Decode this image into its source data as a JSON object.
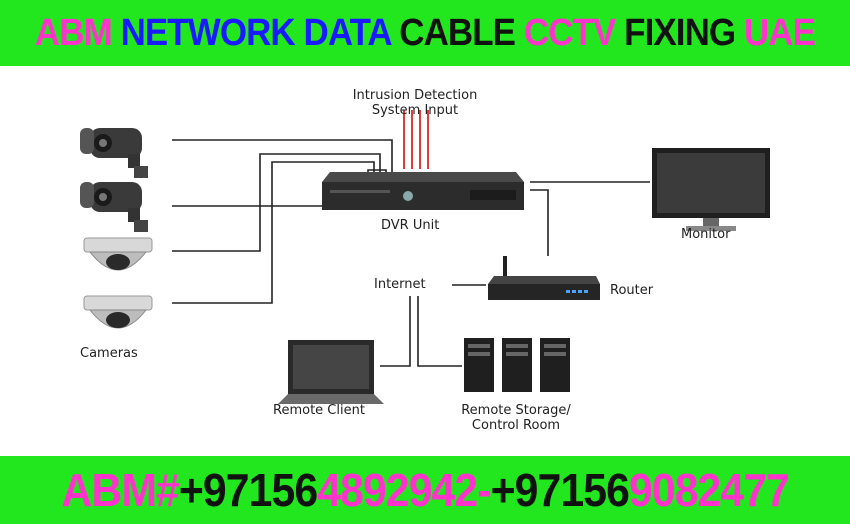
{
  "header": {
    "parts": [
      {
        "text": "ABM ",
        "color": "#ff33cc"
      },
      {
        "text": "NETWORK DATA ",
        "color": "#1a1aff"
      },
      {
        "text": "CABLE ",
        "color": "#111111"
      },
      {
        "text": "CCTV ",
        "color": "#ff33cc"
      },
      {
        "text": " FIXING ",
        "color": "#111111"
      },
      {
        "text": "UAE",
        "color": "#ff33cc"
      }
    ]
  },
  "diagram": {
    "labels": {
      "ids_line1": "Intrusion Detection",
      "ids_line2": "System Input",
      "dvr": "DVR Unit",
      "monitor": "Monitor",
      "internet": "Internet",
      "router": "Router",
      "cameras": "Cameras",
      "remote_client": "Remote Client",
      "storage_line1": "Remote Storage/",
      "storage_line2": "Control Room"
    }
  },
  "footer": {
    "parts": [
      {
        "text": "ABM#",
        "color": "#ff33cc"
      },
      {
        "text": "+97156",
        "color": "#111111"
      },
      {
        "text": "4892942-",
        "color": "#ff33cc"
      },
      {
        "text": "+97156",
        "color": "#111111"
      },
      {
        "text": "9082477",
        "color": "#ff33cc"
      }
    ]
  },
  "colors": {
    "banner_green": "#22e61e",
    "ids_wire_red": "#e23b3b",
    "device_dark": "#2c2c2c"
  }
}
